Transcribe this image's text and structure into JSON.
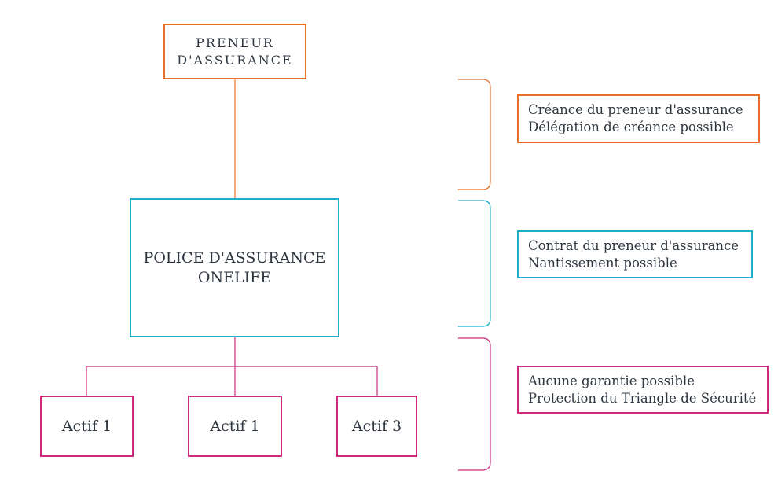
{
  "diagram": {
    "top_node": {
      "lines": [
        "PRENEUR",
        "D'ASSURANCE"
      ]
    },
    "middle_node": {
      "lines": [
        "POLICE D'ASSURANCE",
        "ONELIFE"
      ]
    },
    "assets": [
      {
        "label": "Actif 1"
      },
      {
        "label": "Actif 1"
      },
      {
        "label": "Actif 3"
      }
    ],
    "notes": [
      {
        "lines": [
          "Créance du preneur d'assurance",
          "Délégation de créance possible"
        ]
      },
      {
        "lines": [
          "Contrat du preneur d'assurance",
          "Nantissement possible"
        ]
      },
      {
        "lines": [
          "Aucune garantie possible",
          "Protection du Triangle de Sécurité"
        ]
      }
    ]
  },
  "colors": {
    "orange": "#e8702a",
    "cyan": "#1ab0c9",
    "magenta": "#cd2a7e",
    "text": "#2e3640"
  }
}
